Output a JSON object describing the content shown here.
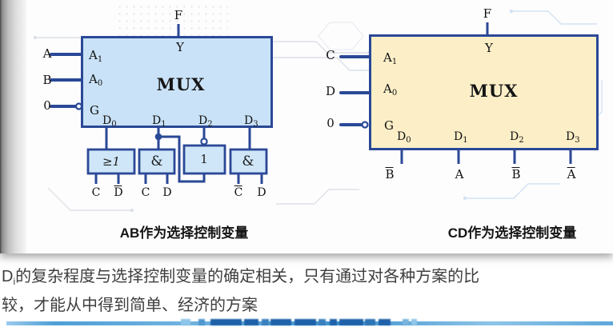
{
  "slide": {
    "left_diagram": {
      "output_label": "F",
      "output_pin": "Y",
      "chip_label": "MUX",
      "select_inputs": [
        {
          "signal": "A",
          "pin": "A",
          "pin_sub": "1"
        },
        {
          "signal": "B",
          "pin": "A",
          "pin_sub": "0"
        },
        {
          "signal": "0",
          "pin": "G",
          "pin_sub": ""
        }
      ],
      "data_pins": [
        {
          "name": "D",
          "sub": "0"
        },
        {
          "name": "D",
          "sub": "1"
        },
        {
          "name": "D",
          "sub": "2"
        },
        {
          "name": "D",
          "sub": "3"
        }
      ],
      "gates": [
        {
          "type": "or",
          "label": "≥1",
          "input_left": "C",
          "input_right": "D",
          "input_right_overline": true
        },
        {
          "type": "and",
          "label": "&",
          "input_left": "C",
          "input_right": "D"
        },
        {
          "type": "not",
          "label": "1"
        },
        {
          "type": "and",
          "label": "&",
          "input_left": "C",
          "input_left_overline": true,
          "input_right": "D"
        }
      ],
      "caption": "AB作为选择控制变量"
    },
    "right_diagram": {
      "output_label": "F",
      "output_pin": "Y",
      "chip_label": "MUX",
      "select_inputs": [
        {
          "signal": "C",
          "pin": "A",
          "pin_sub": "1"
        },
        {
          "signal": "D",
          "pin": "A",
          "pin_sub": "0"
        },
        {
          "signal": "0",
          "pin": "G",
          "pin_sub": ""
        }
      ],
      "data_pins": [
        {
          "name": "D",
          "sub": "0"
        },
        {
          "name": "D",
          "sub": "1"
        },
        {
          "name": "D",
          "sub": "2"
        },
        {
          "name": "D",
          "sub": "3"
        }
      ],
      "data_values": [
        {
          "text": "B",
          "overline": true
        },
        {
          "text": "A",
          "overline": false
        },
        {
          "text": "B",
          "overline": true
        },
        {
          "text": "A",
          "overline": true
        }
      ],
      "caption": "CD作为选择控制变量"
    },
    "note": {
      "var_base": "D",
      "var_sub": "i",
      "line1": "的复杂程度与选择控制变量的确定相关，只有通过对各种方案的比",
      "line2": "较，才能从中得到简单、经济的方案"
    }
  },
  "colors": {
    "wire_navy": "#2a4896",
    "left_mux_fill": "#c9e2f7",
    "gate_fill": "#cfe6f8",
    "right_mux_fill": "#fcefc8",
    "bottom_bar_blue": "#4c9fd8",
    "bottom_bar_dark": "#1e61a9"
  }
}
